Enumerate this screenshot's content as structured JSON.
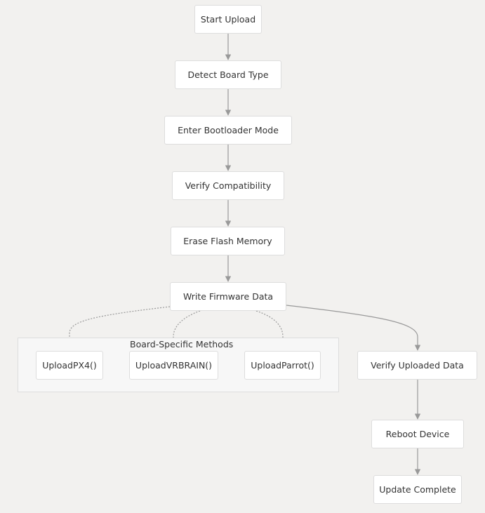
{
  "diagram": {
    "nodes": {
      "start": "Start Upload",
      "detect": "Detect Board Type",
      "bootloader": "Enter Bootloader Mode",
      "verify_compat": "Verify Compatibility",
      "erase": "Erase Flash Memory",
      "write": "Write Firmware Data",
      "px4": "UploadPX4()",
      "vrbrain": "UploadVRBRAIN()",
      "parrot": "UploadParrot()",
      "verify_uploaded": "Verify Uploaded Data",
      "reboot": "Reboot Device",
      "complete": "Update Complete"
    },
    "group_label": "Board-Specific Methods",
    "colors": {
      "background": "#f2f1ef",
      "node_fill": "#ffffff",
      "node_border": "#dddddd",
      "group_fill": "#f7f7f7",
      "edge": "#999999"
    }
  }
}
